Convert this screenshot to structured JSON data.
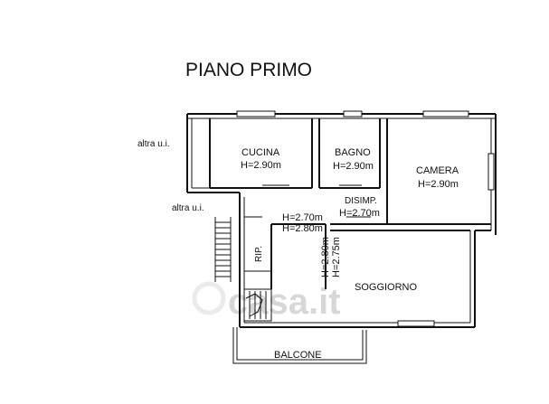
{
  "title": "PIANO PRIMO",
  "labels": {
    "altra_ui_top": "altra u.i.",
    "altra_ui_mid": "altra u.i.",
    "cucina": "CUCINA",
    "cucina_h": "H=2.90m",
    "bagno": "BAGNO",
    "bagno_h": "H=2.90m",
    "camera": "CAMERA",
    "camera_h": "H=2.90m",
    "disimp": "DISIMP.",
    "disimp_h": "H=2.70m",
    "corridor_h1": "H=2.70m",
    "corridor_h2": "H=2.80m",
    "rip": "RIP.",
    "soggiorno_h1": "H=2.80m",
    "soggiorno_h2": "H=2.75m",
    "soggiorno": "SOGGIORNO",
    "balcone": "BALCONE"
  },
  "watermark": "casa.it"
}
